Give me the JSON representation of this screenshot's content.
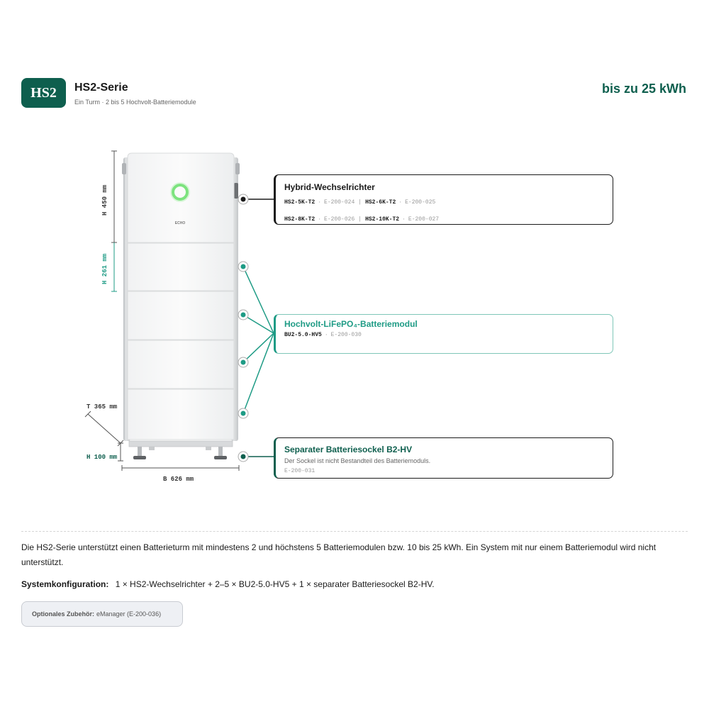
{
  "header": {
    "badge": "HS2",
    "title": "HS2-Serie",
    "subtitle": "Ein Turm · 2 bis 5 Hochvolt-Batteriemodule",
    "capacity": "bis zu 25 kWh"
  },
  "dimensions": {
    "inverter_height": "H 450 mm",
    "module_height": "H 261 mm",
    "depth": "T 365 mm",
    "base_height": "H 100 mm",
    "width": "B 626 mm"
  },
  "device": {
    "logo": "ECHO"
  },
  "callouts": {
    "inverter": {
      "title": "Hybrid-Wechselrichter",
      "models": [
        {
          "model": "HS2-5K-T2",
          "code": "E-200-024"
        },
        {
          "model": "HS2-6K-T2",
          "code": "E-200-025"
        },
        {
          "model": "HS2-8K-T2",
          "code": "E-200-026"
        },
        {
          "model": "HS2-10K-T2",
          "code": "E-200-027"
        }
      ]
    },
    "battery": {
      "title": "Hochvolt-LiFePO₄-Batteriemodul",
      "model": "BU2-5.0-HV5",
      "code": "E-200-030"
    },
    "base": {
      "title": "Separater Batteriesockel B2-HV",
      "description": "Der Sockel ist nicht Bestandteil des Batteriemoduls.",
      "code": "E-200-031"
    }
  },
  "description": "Die HS2-Serie unterstützt einen Batterieturm mit mindestens 2 und höchstens 5 Batteriemodulen bzw. 10 bis 25 kWh. Ein System mit nur einem Batteriemodul wird nicht unterstützt.",
  "config": {
    "label": "Systemkonfiguration:",
    "value": "1 × HS2-Wechselrichter + 2–5 × BU2-5.0-HV5 + 1 × separater Batteriesockel B2-HV."
  },
  "accessory": {
    "label": "Optionales Zubehör:",
    "value": "eManager (E-200-036)"
  },
  "colors": {
    "brand": "#0e5f4e",
    "teal": "#1e9b85",
    "dark": "#1a1a1a"
  }
}
